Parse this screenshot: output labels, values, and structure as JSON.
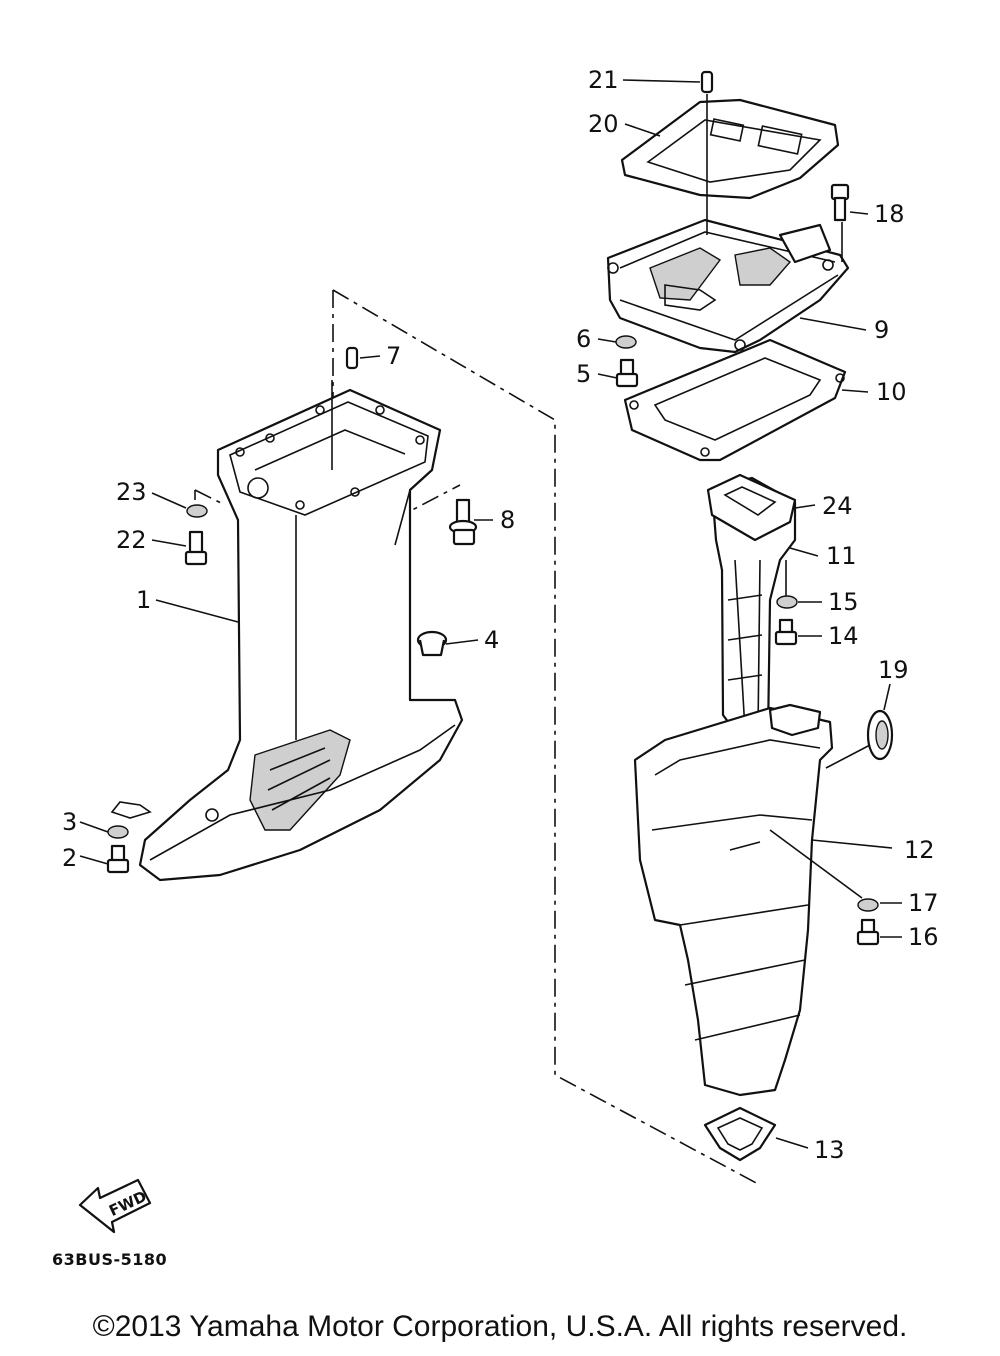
{
  "diagram": {
    "callouts": [
      "1",
      "2",
      "3",
      "4",
      "5",
      "6",
      "7",
      "8",
      "9",
      "10",
      "11",
      "12",
      "13",
      "14",
      "15",
      "16",
      "17",
      "18",
      "19",
      "20",
      "21",
      "22",
      "23",
      "24"
    ],
    "fwd_label": "FWD",
    "drawing_code": "63BUS-5180"
  },
  "footer": {
    "copyright": "©2013 Yamaha Motor Corporation, U.S.A. All rights reserved."
  }
}
